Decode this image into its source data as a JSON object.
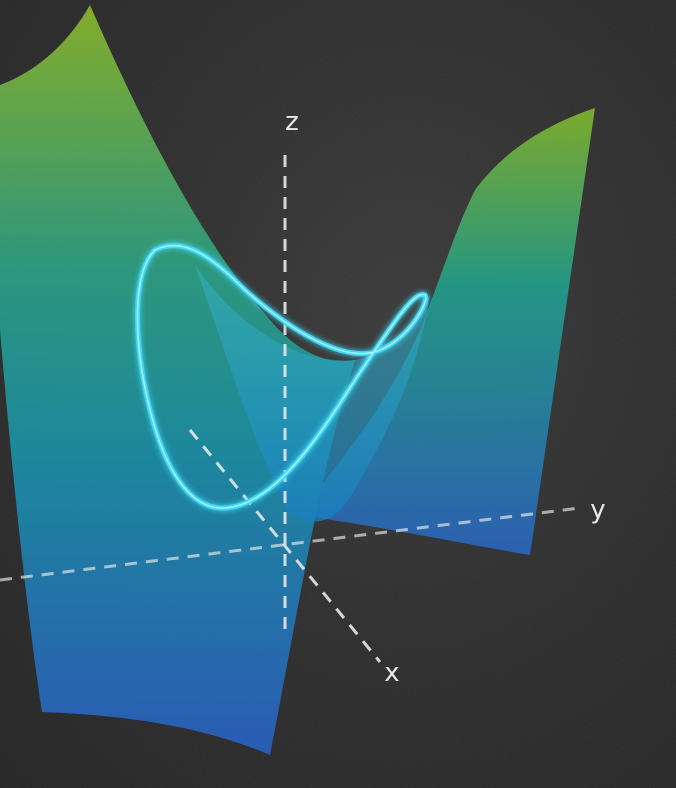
{
  "axes": {
    "x_label": "x",
    "y_label": "y",
    "z_label": "z"
  },
  "colors": {
    "background": "#2e2e2e",
    "surface_top": "#7fae2e",
    "surface_mid": "#1f8f97",
    "surface_bottom": "#2a63b8",
    "curve": "#35d6f2",
    "axis_lines": "#e8e8e8"
  },
  "surface": {
    "kind": "hyperbolic-paraboloid",
    "equation_shape": "saddle"
  }
}
